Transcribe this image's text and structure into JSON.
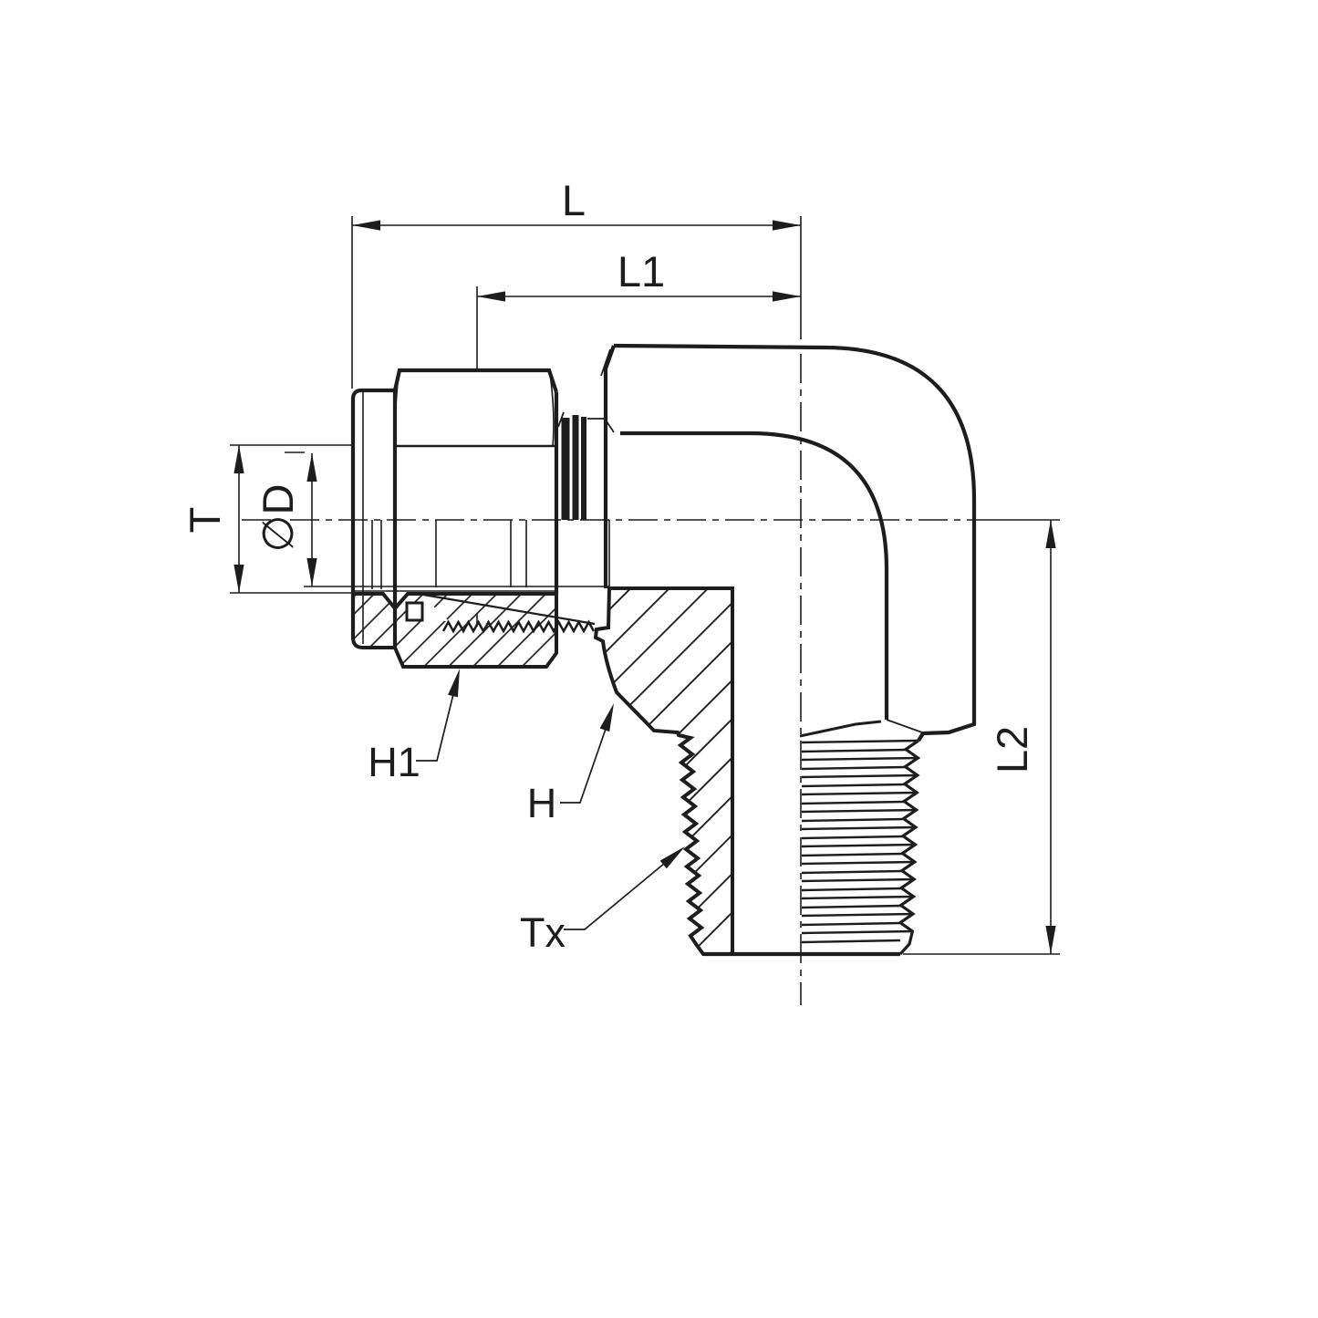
{
  "drawing": {
    "background_color": "#ffffff",
    "line_color": "#1d1d1d",
    "type": "technical-drawing",
    "subject": "90-degree male elbow tube fitting, half-section view",
    "dimension_labels": {
      "overall_length": "L",
      "nut_length": "L1",
      "tube_od": "T",
      "bore_diameter": "∅D",
      "leg_length": "L2"
    },
    "callout_labels": {
      "nut_hex": "H1",
      "body_hex": "H",
      "pipe_thread": "Tx"
    }
  }
}
